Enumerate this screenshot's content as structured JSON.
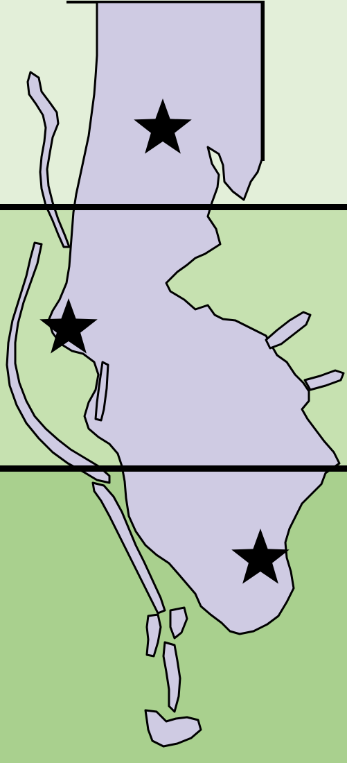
{
  "map": {
    "colors": {
      "zone_north": "#e3efd9",
      "zone_middle": "#c6e1b0",
      "zone_south": "#a9d08e",
      "land": "#cfcbe3",
      "coast": "#000000",
      "divider": "#000000",
      "star": "#000000"
    },
    "zones": [
      {
        "id": "north-zone",
        "color_key": "zone_north"
      },
      {
        "id": "middle-zone",
        "color_key": "zone_middle"
      },
      {
        "id": "south-zone",
        "color_key": "zone_south"
      }
    ],
    "markers": [
      {
        "id": "star-marker-north",
        "icon": "star-icon"
      },
      {
        "id": "star-marker-west",
        "icon": "star-icon"
      },
      {
        "id": "star-marker-south",
        "icon": "star-icon"
      }
    ]
  }
}
